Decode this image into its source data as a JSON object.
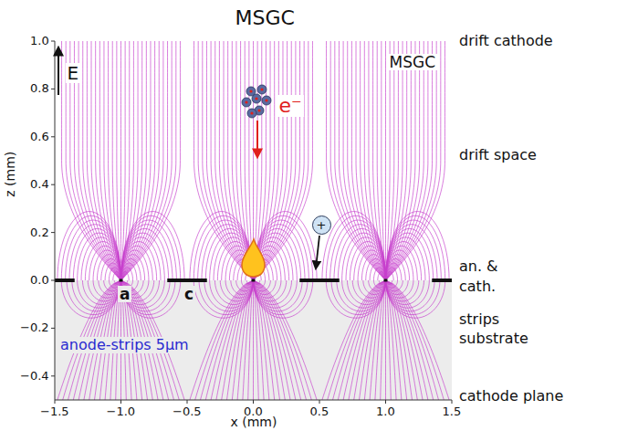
{
  "diagram": {
    "title": "MSGC",
    "nodes": [
      {
        "text": [
          "+"
        ]
      }
    ],
    "labels": [
      "E",
      "e⁻",
      "MSGC",
      "a",
      "c",
      "anode-strips 5μm",
      "drift cathode",
      "drift space",
      "an. &",
      "cath.",
      "strips",
      "substrate",
      "cathode plane",
      "z (mm)",
      "x (mm)",
      "1.0",
      "0.8",
      "0.6",
      "0.4",
      "0.2",
      "0.0",
      "−0.2",
      "−0.4",
      "−1.5",
      "−1.0",
      "−0.5",
      "0.0",
      "0.5",
      "1.0",
      "1.5"
    ]
  }
}
